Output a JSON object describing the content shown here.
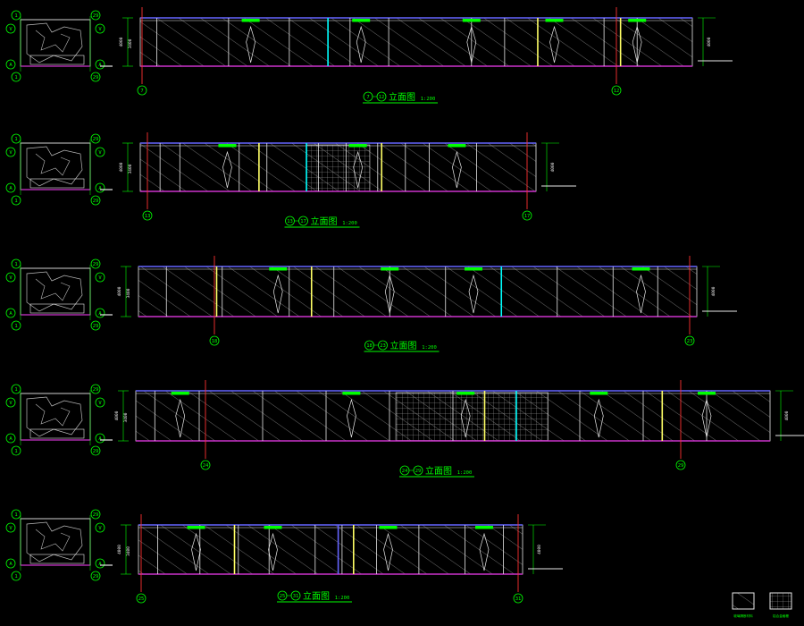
{
  "sheet": {
    "background": "#000000",
    "colors": {
      "white": "#e8e8e8",
      "green": "#00ff00",
      "cyan": "#00ffff",
      "magenta": "#cc33cc",
      "red": "#ff3030",
      "yellow": "#ffff66",
      "blue": "#6666ff",
      "gray": "#bbbbbb"
    },
    "elevations": [
      {
        "id": "elev-1",
        "axis_start": "7",
        "axis_end": "12",
        "title": "立面图",
        "scale": "1:200",
        "dims": [
          "4000",
          "3400"
        ]
      },
      {
        "id": "elev-2",
        "axis_start": "13",
        "axis_end": "17",
        "title": "立面图",
        "scale": "1:200",
        "dims": [
          "4000",
          "3400"
        ]
      },
      {
        "id": "elev-3",
        "axis_start": "18",
        "axis_end": "23",
        "title": "立面图",
        "scale": "1:200",
        "dims": [
          "4000",
          "3400"
        ]
      },
      {
        "id": "elev-4",
        "axis_start": "24",
        "axis_end": "29",
        "title": "立面图",
        "scale": "1:200",
        "dims": [
          "4000",
          "3400"
        ]
      },
      {
        "id": "elev-5",
        "axis_start": "25",
        "axis_end": "31",
        "title": "立面图",
        "scale": "1:200",
        "dims": [
          "4000",
          "3400"
        ]
      }
    ],
    "keyplan_axes": {
      "tl": "1",
      "tr": "29",
      "bl": "1",
      "br": "29",
      "ltop": "V",
      "lbot": "A",
      "rtop": "V",
      "rbot": "A"
    },
    "legend": [
      {
        "label": "玻璃隔断材料",
        "pattern": "diagonal-hatch"
      },
      {
        "label": "铝合金格栅",
        "pattern": "grid"
      }
    ]
  }
}
